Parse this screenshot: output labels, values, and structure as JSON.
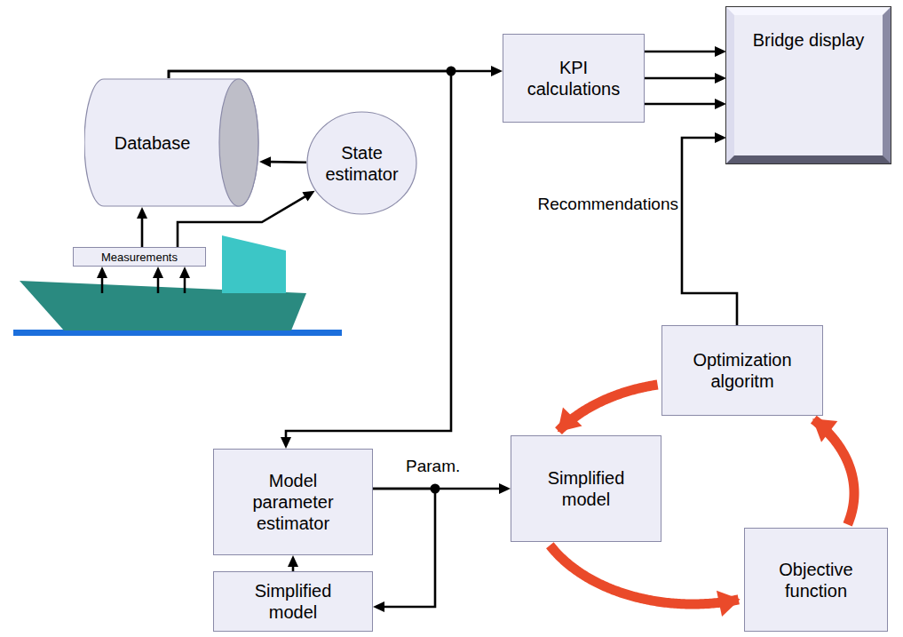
{
  "diagram": {
    "nodes": [
      {
        "text": [
          "Database"
        ]
      },
      {
        "text": [
          "State estimator"
        ]
      },
      {
        "text": [
          "Measurements"
        ]
      },
      {
        "text": [
          "KPI calculations"
        ]
      },
      {
        "text": [
          "Bridge display"
        ]
      },
      {
        "text": [
          "Optimization algoritm"
        ]
      },
      {
        "text": [
          "Model parameter estimator"
        ]
      },
      {
        "text": [
          "Simplified model"
        ]
      },
      {
        "text": [
          "Simplified model"
        ]
      },
      {
        "text": [
          "Objective function"
        ]
      }
    ],
    "edges": [
      {
        "from": 2,
        "to": 0,
        "arrow": "to"
      },
      {
        "from": 2,
        "to": 1,
        "arrow": "to"
      },
      {
        "from": 1,
        "to": 0,
        "arrow": "to"
      },
      {
        "from": 0,
        "to": 3,
        "arrow": "to"
      },
      {
        "from": 0,
        "to": 6,
        "arrow": "to"
      },
      {
        "from": 3,
        "to": 4,
        "arrow": "to"
      },
      {
        "from": 3,
        "to": 4,
        "arrow": "to"
      },
      {
        "from": 3,
        "to": 4,
        "arrow": "to"
      },
      {
        "from": 5,
        "to": 4,
        "label": "Recommendations",
        "arrow": "to"
      },
      {
        "from": 6,
        "to": 7,
        "label": "Param.",
        "arrow": "to"
      },
      {
        "from": 6,
        "to": 8,
        "arrow": "to"
      },
      {
        "from": 8,
        "to": 6,
        "arrow": "to"
      },
      {
        "from": 5,
        "to": 7,
        "arrow": "to"
      },
      {
        "from": 7,
        "to": 9,
        "arrow": "to"
      },
      {
        "from": 9,
        "to": 5,
        "arrow": "to"
      }
    ]
  }
}
